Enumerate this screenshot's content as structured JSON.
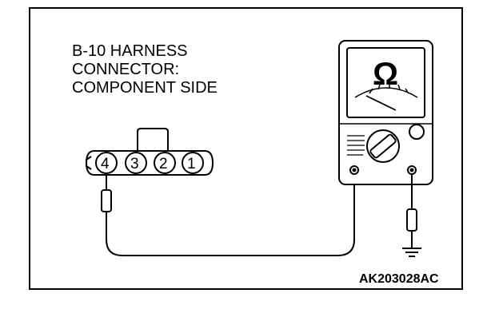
{
  "connector_label": {
    "line1": "B-10 HARNESS",
    "line2": "CONNECTOR:",
    "line3": "COMPONENT SIDE"
  },
  "connector_pins": [
    "4",
    "3",
    "2",
    "1"
  ],
  "meter_symbol": "Ω",
  "reference_code": "AK203028AC",
  "colors": {
    "line": "#000000",
    "background": "#ffffff"
  },
  "icons": [
    "ohmmeter-icon",
    "ground-icon",
    "probe-icon"
  ]
}
